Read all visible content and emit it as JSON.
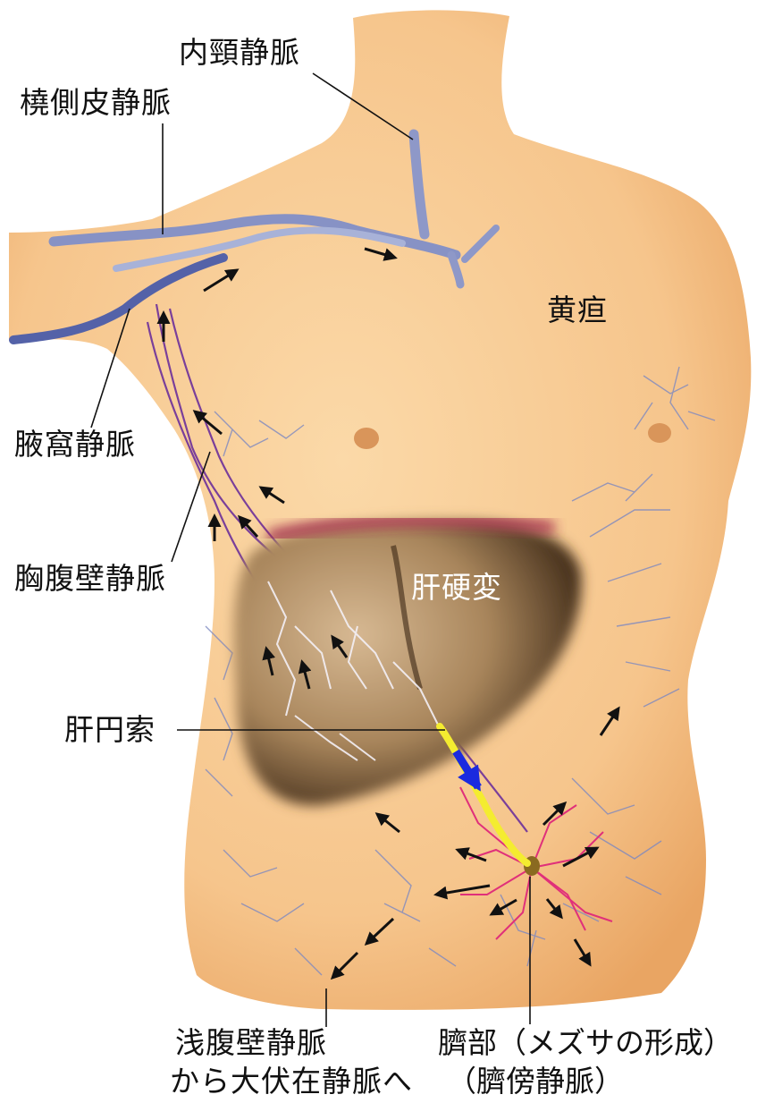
{
  "labels": {
    "internal_jugular": "内頸静脈",
    "cephalic": "橈側皮静脈",
    "jaundice": "黄疸",
    "axillary": "腋窩静脈",
    "thoracoepigastric": "胸腹壁静脈",
    "cirrhosis": "肝硬変",
    "round_ligament": "肝円索",
    "superficial_epigastric_1": "浅腹壁静脈",
    "superficial_epigastric_2": "から大伏在静脈へ",
    "umbilical_1": "臍部（メズサの形成）",
    "umbilical_2": "（臍傍静脈）"
  },
  "colors": {
    "skin": "#f8c98f",
    "skin_shadow": "#eaa866",
    "vein": "#8a96c4",
    "vein_dark": "#4e5aa0",
    "portal": "#7a3f9a",
    "caput": "#e0307a",
    "liver": "#6a4a2a",
    "ligament": "#f4ec30",
    "flow_arrow": "#1a2adf",
    "arrow": "#111111"
  }
}
